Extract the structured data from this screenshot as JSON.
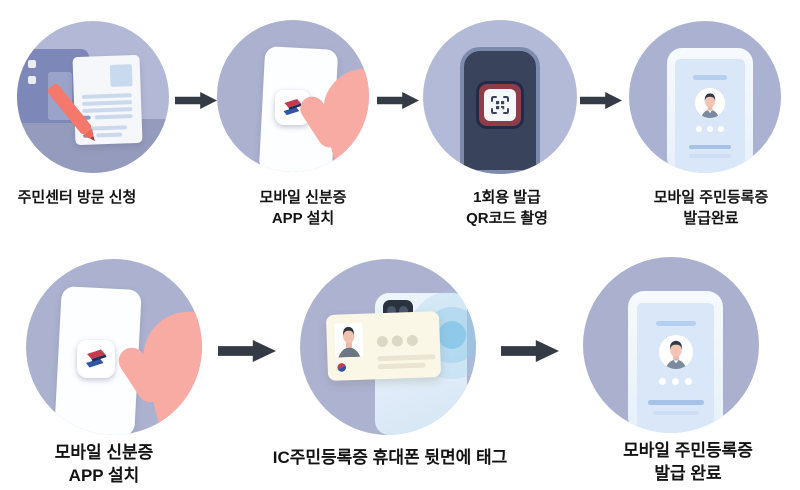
{
  "flow": {
    "row1": [
      {
        "line1": "주민센터 방문 신청",
        "line2": ""
      },
      {
        "line1": "모바일 신분증",
        "line2": "APP 설치"
      },
      {
        "line1": "1회용 발급",
        "line2": "QR코드 촬영"
      },
      {
        "line1": "모바일 주민등록증",
        "line2": "발급완료"
      }
    ],
    "row2": [
      {
        "line1": "모바일 신분증",
        "line2": "APP 설치"
      },
      {
        "line1": "IC주민등록증 휴대폰 뒷면에 태그",
        "line2": ""
      },
      {
        "line1": "모바일 주민등록증",
        "line2": "발급 완료"
      }
    ]
  },
  "icons": {
    "step1": "document-and-pen",
    "step2": "hand-holding-phone-app-install",
    "step3": "phone-qr-code-scan",
    "step4": "phone-mobile-id-card",
    "step5": "hand-holding-phone-app-install",
    "step6": "ic-card-nfc-tag-on-phone-back",
    "step7": "phone-mobile-id-card",
    "between_steps": "arrow-right"
  },
  "colors": {
    "background": "#ffffff",
    "circle_lavender": "#aeb3d1",
    "arrow_dark": "#343b45",
    "pen_coral": "#f4786c",
    "app_icon_red": "#c63a4e",
    "app_icon_navy": "#1f2c57",
    "app_icon_blue": "#2f55a4",
    "qr_phone_dark": "#39435c",
    "qr_ring_maroon": "#8e3c48",
    "id_card_ivory": "#faf7e6",
    "nfc_wave_blue": "#a0d2ee",
    "screen_blue": "#d9e7f8",
    "hand_skin": "#f7aba3",
    "label_text": "#131313"
  }
}
